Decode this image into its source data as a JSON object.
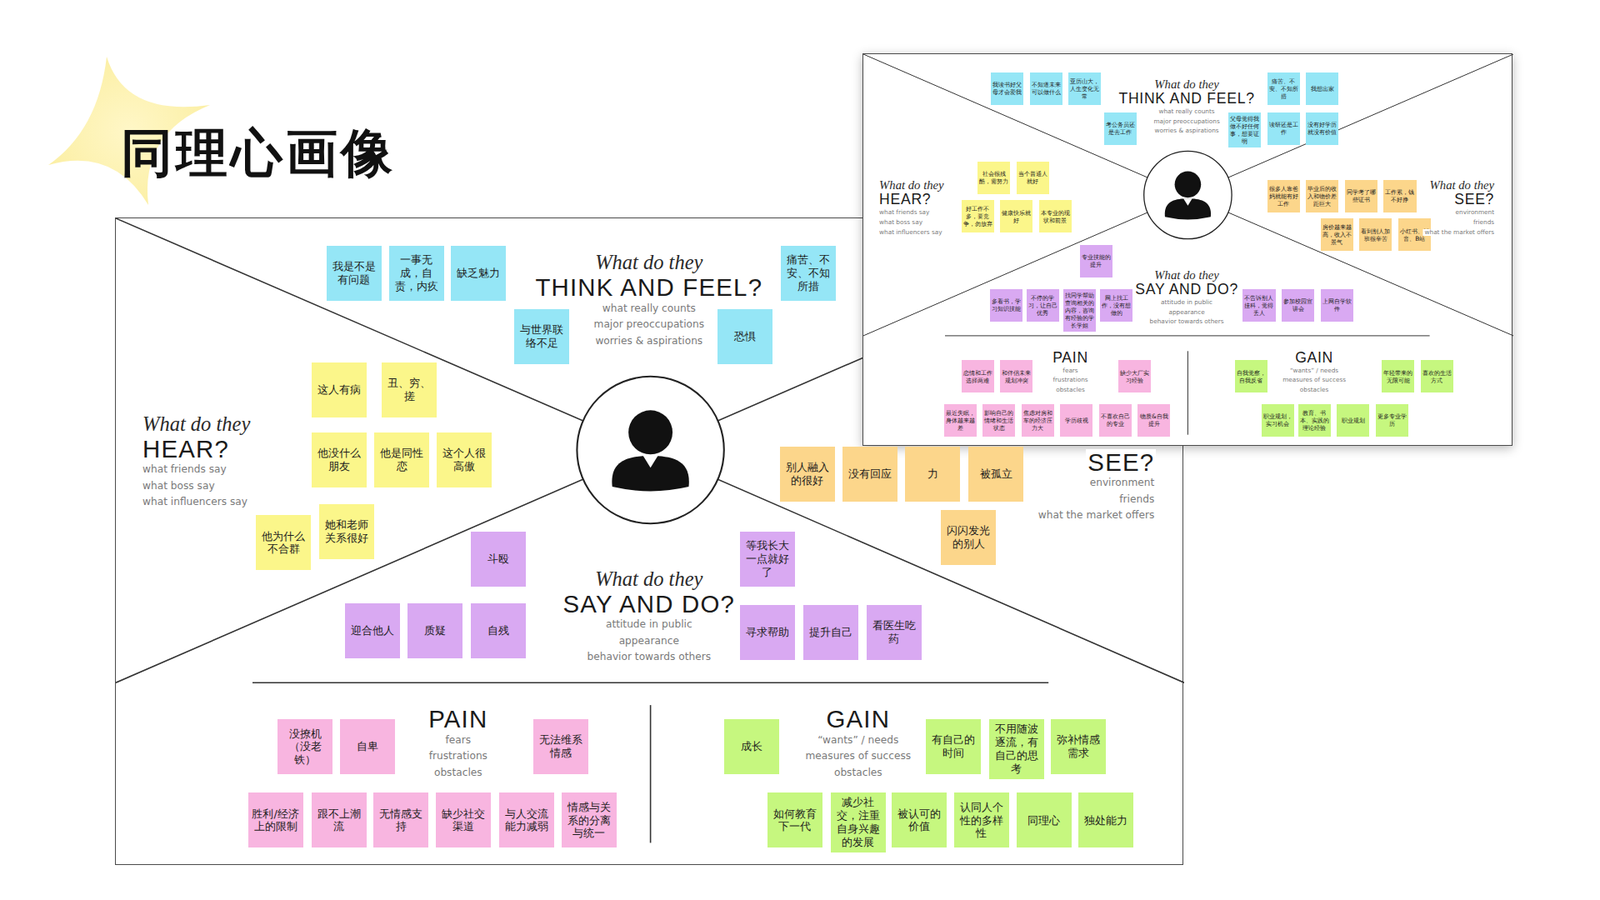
{
  "diagram": {
    "title": "同理心画像",
    "nodes": [
      {
        "text": [
          "我是不是有问题"
        ]
      },
      {
        "text": [
          "一事无成，自责，内疚"
        ]
      },
      {
        "text": [
          "缺乏魅力"
        ]
      },
      {
        "text": [
          "痛苦、不安、不知所措"
        ]
      },
      {
        "text": [
          "与世界联络不足"
        ]
      },
      {
        "text": [
          "恐惧"
        ]
      },
      {
        "text": [
          "这人有病"
        ]
      },
      {
        "text": [
          "丑、穷、搓"
        ]
      },
      {
        "text": [
          "他没什么朋友"
        ]
      },
      {
        "text": [
          "他是同性恋"
        ]
      },
      {
        "text": [
          "这个人很高傲"
        ]
      },
      {
        "text": [
          "他为什么不合群"
        ]
      },
      {
        "text": [
          "她和老师关系很好"
        ]
      },
      {
        "text": [
          "别人融入的很好"
        ]
      },
      {
        "text": [
          "没有回应"
        ]
      },
      {
        "text": [
          "力"
        ]
      },
      {
        "text": [
          "被孤立"
        ]
      },
      {
        "text": [
          "闪闪发光的别人"
        ]
      },
      {
        "text": [
          "斗殴"
        ]
      },
      {
        "text": [
          "等我长大一点就好了"
        ]
      },
      {
        "text": [
          "迎合他人"
        ]
      },
      {
        "text": [
          "质疑"
        ]
      },
      {
        "text": [
          "自残"
        ]
      },
      {
        "text": [
          "寻求帮助"
        ]
      },
      {
        "text": [
          "提升自己"
        ]
      },
      {
        "text": [
          "看医生吃药"
        ]
      },
      {
        "text": [
          "没撩机（没老铁）"
        ]
      },
      {
        "text": [
          "自卑"
        ]
      },
      {
        "text": [
          "无法维系情感"
        ]
      },
      {
        "text": [
          "胜利/经济上的限制"
        ]
      },
      {
        "text": [
          "跟不上潮流"
        ]
      },
      {
        "text": [
          "无情感支持"
        ]
      },
      {
        "text": [
          "缺少社交渠道"
        ]
      },
      {
        "text": [
          "与人交流能力减弱"
        ]
      },
      {
        "text": [
          "情感与关系的分离与统一"
        ]
      },
      {
        "text": [
          "成长"
        ]
      },
      {
        "text": [
          "有自己的时间"
        ]
      },
      {
        "text": [
          "不用随波逐流，有自己的思考"
        ]
      },
      {
        "text": [
          "弥补情感需求"
        ]
      },
      {
        "text": [
          "如何教育下一代"
        ]
      },
      {
        "text": [
          "减少社交，注重自身兴趣的发展"
        ]
      },
      {
        "text": [
          "被认可的价值"
        ]
      },
      {
        "text": [
          "认同人个性的多样性"
        ]
      },
      {
        "text": [
          "同理心"
        ]
      },
      {
        "text": [
          "独处能力"
        ]
      },
      {
        "text": [
          "我读书好父母才会爱我"
        ]
      },
      {
        "text": [
          "不知道未来可以做什么"
        ]
      },
      {
        "text": [
          "亚历山大，人生变化无常"
        ]
      },
      {
        "text": [
          "痛苦、不安、不知所措"
        ]
      },
      {
        "text": [
          "我想出家"
        ]
      },
      {
        "text": [
          "考公务员还是去工作"
        ]
      },
      {
        "text": [
          "父母觉得我做不好任何事，想要证明"
        ]
      },
      {
        "text": [
          "读研还是工作"
        ]
      },
      {
        "text": [
          "没有好学历就没有价值"
        ]
      },
      {
        "text": [
          "社会很残酷，需努力"
        ]
      },
      {
        "text": [
          "当个普通人就好"
        ]
      },
      {
        "text": [
          "好工作不多，要竞争，勿放弃"
        ]
      },
      {
        "text": [
          "健康快乐就好"
        ]
      },
      {
        "text": [
          "本专业的现状和前景"
        ]
      },
      {
        "text": [
          "很多人靠爸妈就能有好工作"
        ]
      },
      {
        "text": [
          "毕业后的收入和物价差距巨大"
        ]
      },
      {
        "text": [
          "同学考了哪些证书"
        ]
      },
      {
        "text": [
          "工作累，钱不好挣"
        ]
      },
      {
        "text": [
          "房价越来越高，收入不景气"
        ]
      },
      {
        "text": [
          "看到别人加班很辛苦"
        ]
      },
      {
        "text": [
          "小红书、抖音、B站"
        ]
      },
      {
        "text": [
          "专业技能的提升"
        ]
      },
      {
        "text": [
          "多看书，学习知识技能"
        ]
      },
      {
        "text": [
          "不停的学习，让自己优秀"
        ]
      },
      {
        "text": [
          "找同学帮助查询相关的内容，咨询有经验的学长学姐"
        ]
      },
      {
        "text": [
          "网上找工作，没有想做的"
        ]
      },
      {
        "text": [
          "不告诉别人挂科，觉得丢人"
        ]
      },
      {
        "text": [
          "参加校园宣讲会"
        ]
      },
      {
        "text": [
          "上网自学软件"
        ]
      },
      {
        "text": [
          "恋情和工作选择两难"
        ]
      },
      {
        "text": [
          "和伴侣未来规划冲突"
        ]
      },
      {
        "text": [
          "缺少大厂实习经验"
        ]
      },
      {
        "text": [
          "最近失眠，身体越来越差"
        ]
      },
      {
        "text": [
          "影响自己的情绪和生活状态"
        ]
      },
      {
        "text": [
          "焦虑对房和车的经济压力大"
        ]
      },
      {
        "text": [
          "学历歧视"
        ]
      },
      {
        "text": [
          "不喜欢自己的专业"
        ]
      },
      {
        "text": [
          "物质&自我提升"
        ]
      },
      {
        "text": [
          "自我觉察，自我反省"
        ]
      },
      {
        "text": [
          "年轻带来的无限可能"
        ]
      },
      {
        "text": [
          "喜欢的生活方式"
        ]
      },
      {
        "text": [
          "职业规划，实习机会"
        ]
      },
      {
        "text": [
          "教育、书本、实践的理论经验"
        ]
      },
      {
        "text": [
          "职业规划"
        ]
      },
      {
        "text": [
          "更多专业学历"
        ]
      }
    ],
    "labels": [
      "What do they",
      "THINK AND FEEL?",
      "what really counts",
      "major preoccupations",
      "worries & aspirations",
      "What do they",
      "HEAR?",
      "what friends say",
      "what boss say",
      "what influencers say",
      "SEE?",
      "environment",
      "friends",
      "what the market offers",
      "What do they",
      "SAY AND DO?",
      "attitude in public",
      "appearance",
      "behavior towards others",
      "PAIN",
      "fears",
      "frustrations",
      "obstacles",
      "GAIN",
      "“wants” / needs",
      "measures of success",
      "obstacles",
      "What do they",
      "THINK AND FEEL?",
      "what really counts",
      "major preoccupations",
      "worries & aspirations",
      "What do they",
      "HEAR?",
      "what friends say",
      "what boss say",
      "what influencers say",
      "What do they",
      "SEE?",
      "environment",
      "friends",
      "what the market offers",
      "What do they",
      "SAY AND DO?",
      "attitude in public",
      "appearance",
      "behavior towards others",
      "PAIN",
      "fears",
      "frustrations",
      "obstacles",
      "GAIN",
      "“wants” / needs",
      "measures of success",
      "obstacles"
    ]
  }
}
